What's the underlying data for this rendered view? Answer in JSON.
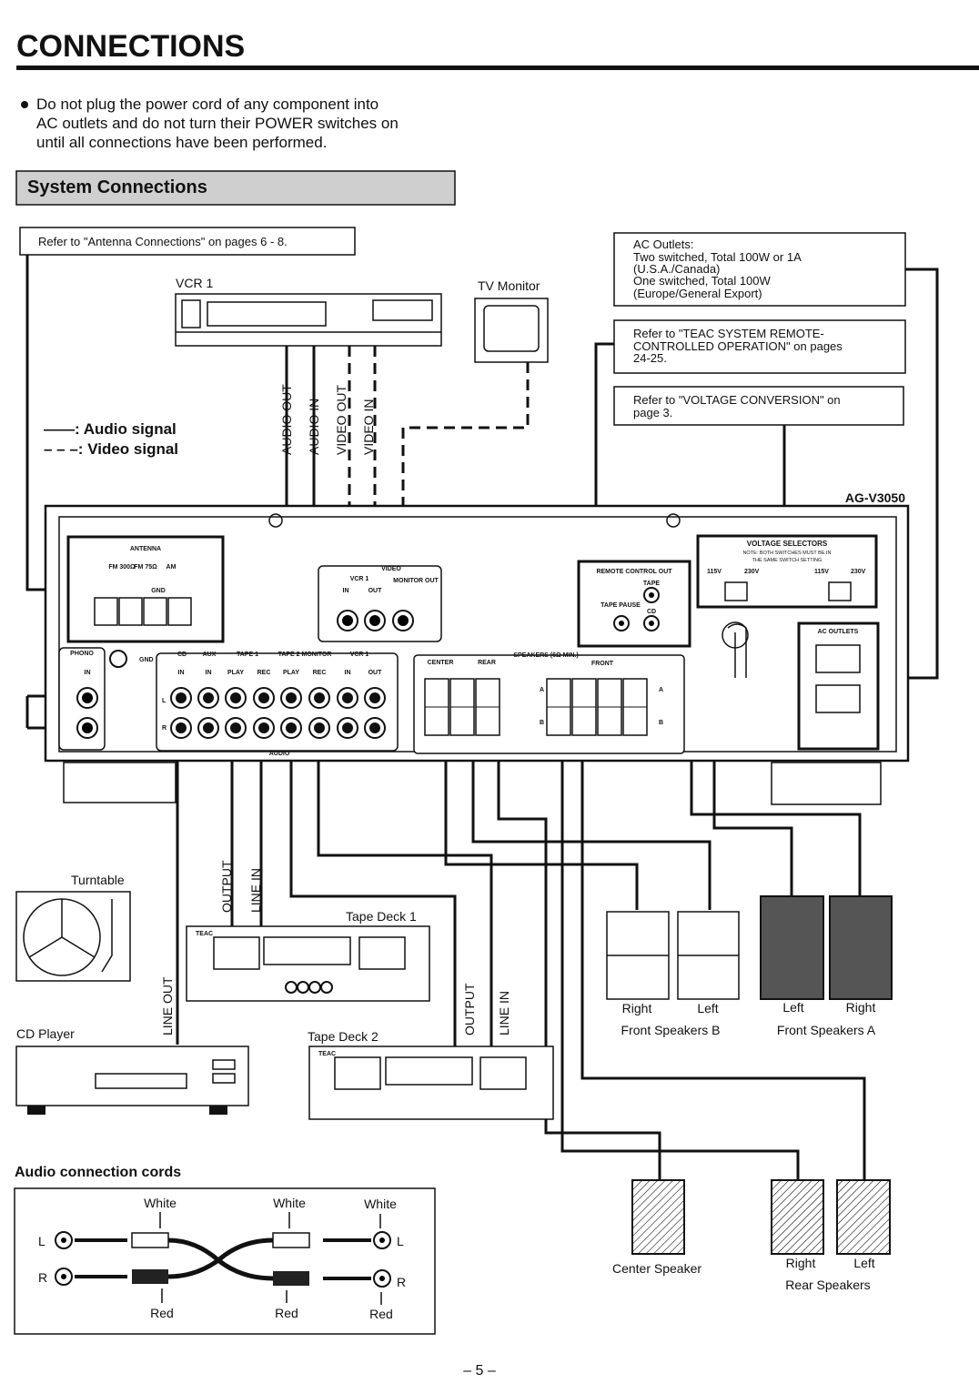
{
  "header": {
    "title": "CONNECTIONS"
  },
  "notice": {
    "lines": [
      "Do not plug the power cord of any component into",
      "AC outlets and do not turn their POWER switches on",
      "until all connections have been performed."
    ]
  },
  "section": {
    "title": "System Connections"
  },
  "callouts": {
    "antenna": "Refer to \"Antenna Connections\" on pages 6 - 8.",
    "ac_outlets": [
      "AC Outlets:",
      "Two switched, Total 100W or 1A",
      "(U.S.A./Canada)",
      "One switched, Total 100W",
      "(Europe/General Export)"
    ],
    "remote": [
      "Refer to \"TEAC SYSTEM REMOTE-",
      "CONTROLLED OPERATION\" on pages",
      "24-25."
    ],
    "voltage": [
      "Refer to \"VOLTAGE CONVERSION\" on",
      "page 3."
    ]
  },
  "legend": {
    "audio": "——: Audio signal",
    "video": "– – –: Video signal"
  },
  "devices": {
    "vcr": "VCR 1",
    "tv": "TV Monitor",
    "receiver": "AG-V3050",
    "turntable": "Turntable",
    "cd": "CD Player",
    "tape1": "Tape Deck 1",
    "tape2": "Tape Deck 2",
    "brand": "TEAC"
  },
  "cable_labels": {
    "vcr": [
      "AUDIO OUT",
      "AUDIO IN",
      "VIDEO OUT",
      "VIDEO IN"
    ],
    "tape1": [
      "OUTPUT",
      "LINE IN"
    ],
    "cd": "LINE OUT",
    "tape2": [
      "OUTPUT",
      "LINE IN"
    ]
  },
  "panel": {
    "antenna": "ANTENNA",
    "fm300": "FM 300Ω",
    "fm75": "FM 75Ω",
    "am": "AM",
    "gnd": "GND",
    "video": "VIDEO",
    "vcr1": "VCR 1",
    "in": "IN",
    "out": "OUT",
    "monitor_out": "MONITOR OUT",
    "phono": "PHONO",
    "inputs": [
      "CD",
      "AUX",
      "TAPE 1",
      "TAPE 2 MONITOR",
      "VCR 1"
    ],
    "input_sub": [
      "IN",
      "IN",
      "PLAY",
      "REC",
      "PLAY",
      "REC",
      "IN",
      "OUT"
    ],
    "audio": "AUDIO",
    "l": "L",
    "r": "R",
    "speakers": "SPEAKERS (6Ω MIN.)",
    "center": "CENTER",
    "rear": "REAR",
    "front": "FRONT",
    "a": "A",
    "b_label": "B",
    "remote_out": "REMOTE CONTROL OUT",
    "tape": "TAPE",
    "tape_pause": "TAPE PAUSE",
    "cd": "CD",
    "voltage_sel": "VOLTAGE SELECTORS",
    "voltage_note": [
      "NOTE: BOTH SWITCHES MUST BE IN",
      "THE SAME SWITCH SETTING"
    ],
    "v115": "115V",
    "v230": "230V",
    "ac_outlets": "AC OUTLETS"
  },
  "speakers": {
    "front_b": {
      "right": "Right",
      "left": "Left",
      "label": "Front Speakers B"
    },
    "front_a": {
      "left": "Left",
      "right": "Right",
      "label": "Front Speakers A"
    },
    "center": "Center Speaker",
    "rear": {
      "right": "Right",
      "left": "Left",
      "label": "Rear Speakers"
    }
  },
  "cords": {
    "title": "Audio connection cords",
    "white": "White",
    "red": "Red",
    "l": "L",
    "r": "R"
  },
  "page_number": "– 5 –"
}
